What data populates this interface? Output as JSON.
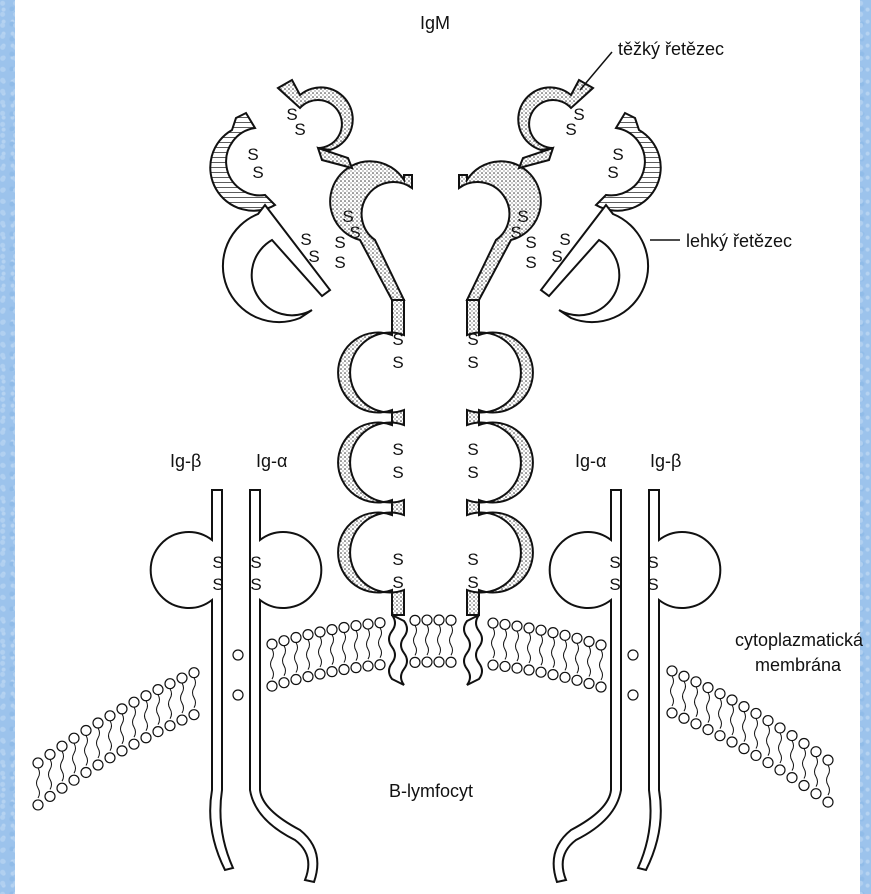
{
  "labels": {
    "igm": "IgM",
    "heavy_chain": "těžký řetězec",
    "light_chain": "lehký řetězec",
    "ig_beta_left": "Ig-β",
    "ig_alpha_left": "Ig-α",
    "ig_alpha_right": "Ig-α",
    "ig_beta_right": "Ig-β",
    "membrane_line1": "cytoplazmatická",
    "membrane_line2": "membrána",
    "cell": "B-lymfocyt",
    "disulfide": "S"
  },
  "colors": {
    "background": "#9cc3ec",
    "panel": "#ffffff",
    "ink": "#111111",
    "heavy_fill": "#b8b8b8"
  }
}
